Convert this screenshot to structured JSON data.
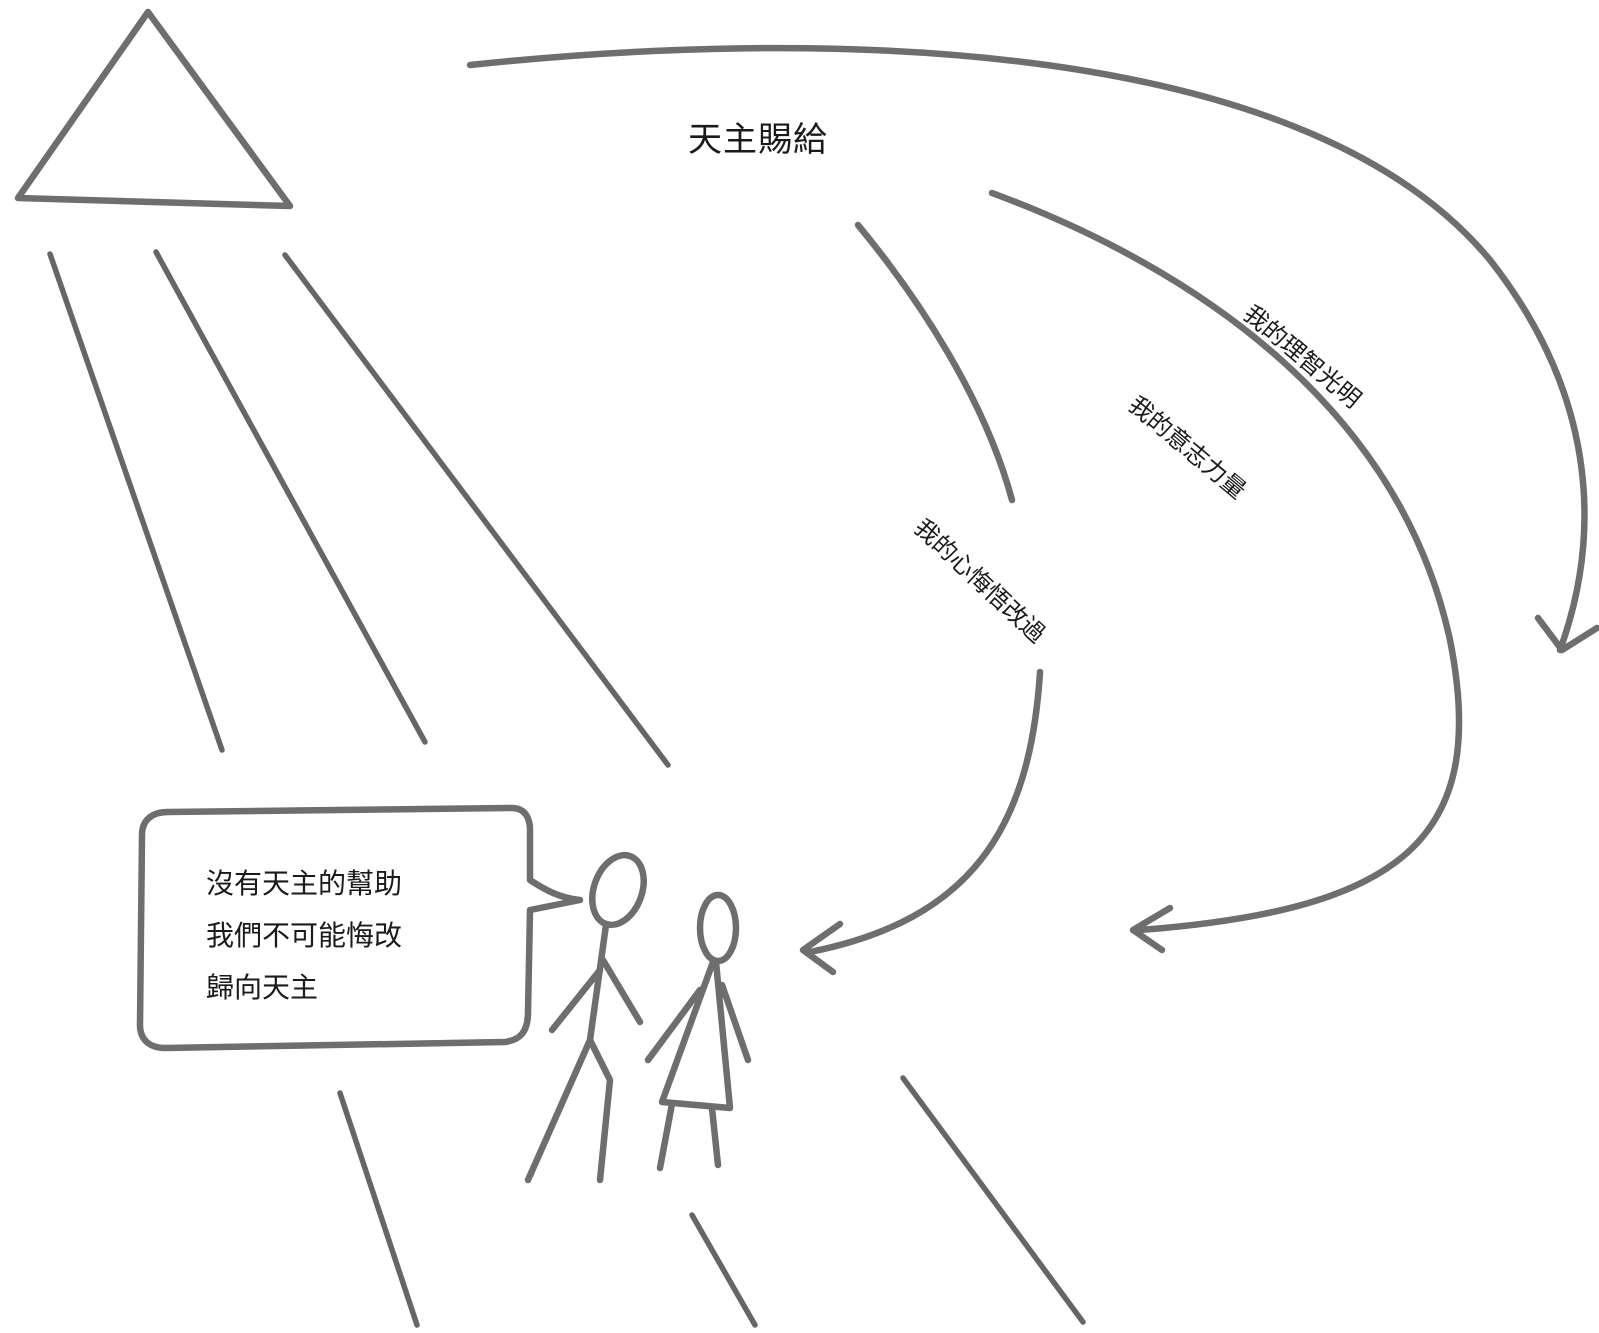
{
  "diagram": {
    "title_label": "天主賜給",
    "arc_labels": [
      "我的理智光明",
      "我的意志力量",
      "我的心悔悟改過"
    ],
    "speech_bubble": {
      "lines": [
        "沒有天主的幫助",
        "我們不可能悔改",
        "歸向天主"
      ]
    },
    "colors": {
      "stroke": "#6e6e6e",
      "text": "#1a1a1a",
      "background": "#ffffff"
    },
    "icons": [
      "triangle-icon",
      "man-figure-icon",
      "woman-figure-icon"
    ]
  }
}
